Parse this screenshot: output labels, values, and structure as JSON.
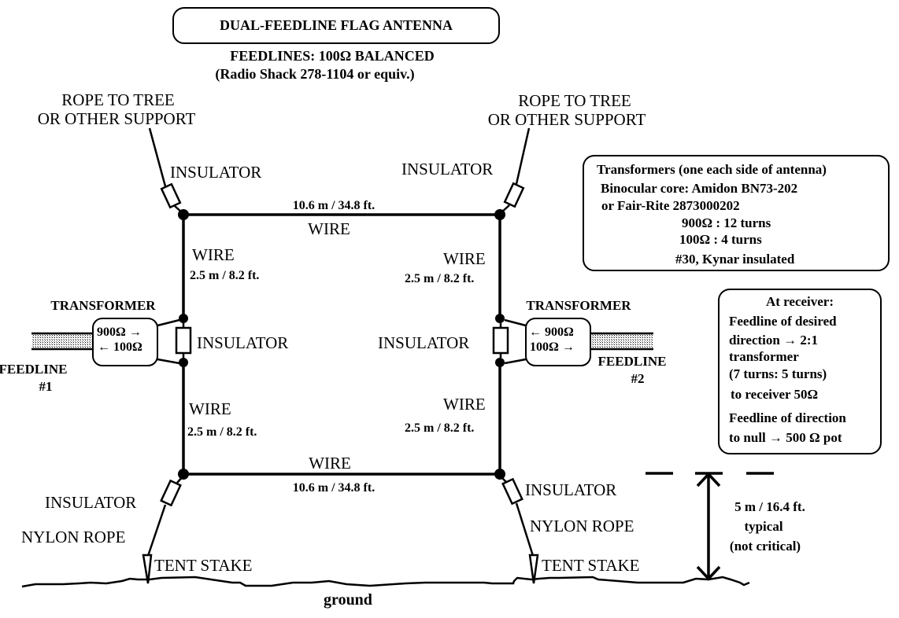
{
  "title": "DUAL-FEEDLINE FLAG ANTENNA",
  "subtitle": {
    "line1": "FEEDLINES:  100Ω   BALANCED",
    "line2": "(Radio Shack 278-1104 or equiv.)"
  },
  "supports": {
    "left": [
      "ROPE TO TREE",
      "OR OTHER SUPPORT"
    ],
    "right": [
      "ROPE TO TREE",
      "OR OTHER SUPPORT"
    ]
  },
  "labels": {
    "insulator": "INSULATOR",
    "wire": "WIRE",
    "top_wire_length": "10.6 m / 34.8 ft.",
    "bottom_wire_length": "10.6 m / 34.8 ft.",
    "vertical_wire_length": "2.5 m / 8.2 ft.",
    "transformer": "TRANSFORMER",
    "nylon_rope": "NYLON ROPE",
    "tent_stake": "TENT STAKE",
    "ground": "ground"
  },
  "feedlines": {
    "left": [
      "FEEDLINE",
      "#1"
    ],
    "right": [
      "FEEDLINE",
      "#2"
    ]
  },
  "transformer_left": {
    "line1": "900Ω →",
    "line2": "← 100Ω"
  },
  "transformer_right": {
    "line1": "← 900Ω",
    "line2": "100Ω →"
  },
  "transformers_box": {
    "lines": [
      "Transformers  (one each side of antenna)",
      "Binocular core:  Amidon BN73-202",
      "or Fair-Rite 2873000202",
      "900Ω : 12 turns",
      "100Ω : 4 turns",
      "#30, Kynar insulated"
    ]
  },
  "receiver_box": {
    "heading": "At receiver:",
    "lines": [
      "Feedline of desired",
      "direction → 2:1",
      "transformer",
      "(7 turns: 5 turns)",
      "to receiver 50Ω",
      "Feedline of direction",
      "to null →  500 Ω  pot"
    ]
  },
  "height_annotation": {
    "line1": "5 m / 16.4 ft.",
    "line2": "typical",
    "line3": "(not critical)"
  }
}
